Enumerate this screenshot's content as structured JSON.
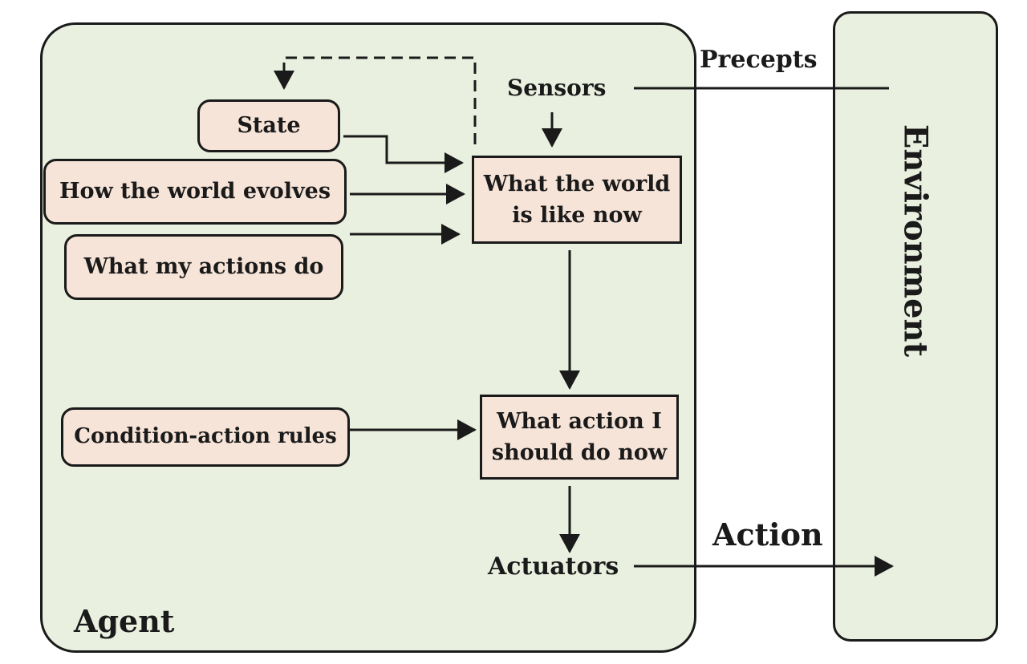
{
  "agent": {
    "label": "Agent"
  },
  "environment": {
    "label": "Environment"
  },
  "labels": {
    "sensors": "Sensors",
    "actuators": "Actuators",
    "precepts": "Precepts",
    "action": "Action"
  },
  "boxes": {
    "state": "State",
    "how_world_evolves": "How the world evolves",
    "what_my_actions_do": "What my actions do",
    "condition_action_rules": "Condition-action rules",
    "world_now_line1": "What the world",
    "world_now_line2": "is like now",
    "action_now_line1": "What action I",
    "action_now_line2": "should do now"
  },
  "colors": {
    "panel_fill": "#e9f0df",
    "box_fill": "#f7e4d8",
    "stroke": "#1a1a1a"
  }
}
